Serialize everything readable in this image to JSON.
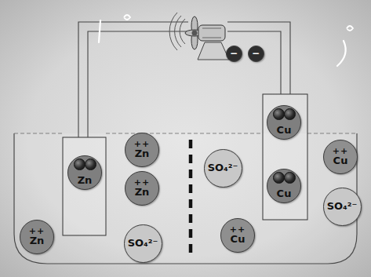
{
  "diagram": {
    "nodes": [
      {
        "text": [
          "−"
        ]
      },
      {
        "text": [
          "−"
        ]
      },
      {
        "text": [
          "Cu"
        ]
      },
      {
        "text": [
          "++",
          "Zn"
        ]
      },
      {
        "text": [
          "++",
          "Cu"
        ]
      },
      {
        "text": [
          "SO₄²⁻"
        ]
      },
      {
        "text": [
          "Zn"
        ]
      },
      {
        "text": [
          "++",
          "Zn"
        ]
      },
      {
        "text": [
          "Cu"
        ]
      },
      {
        "text": [
          "SO₄²⁻"
        ]
      },
      {
        "text": [
          "++",
          "Zn"
        ]
      },
      {
        "text": [
          "++",
          "Cu"
        ]
      },
      {
        "text": [
          "SO₄²⁻"
        ]
      }
    ]
  }
}
